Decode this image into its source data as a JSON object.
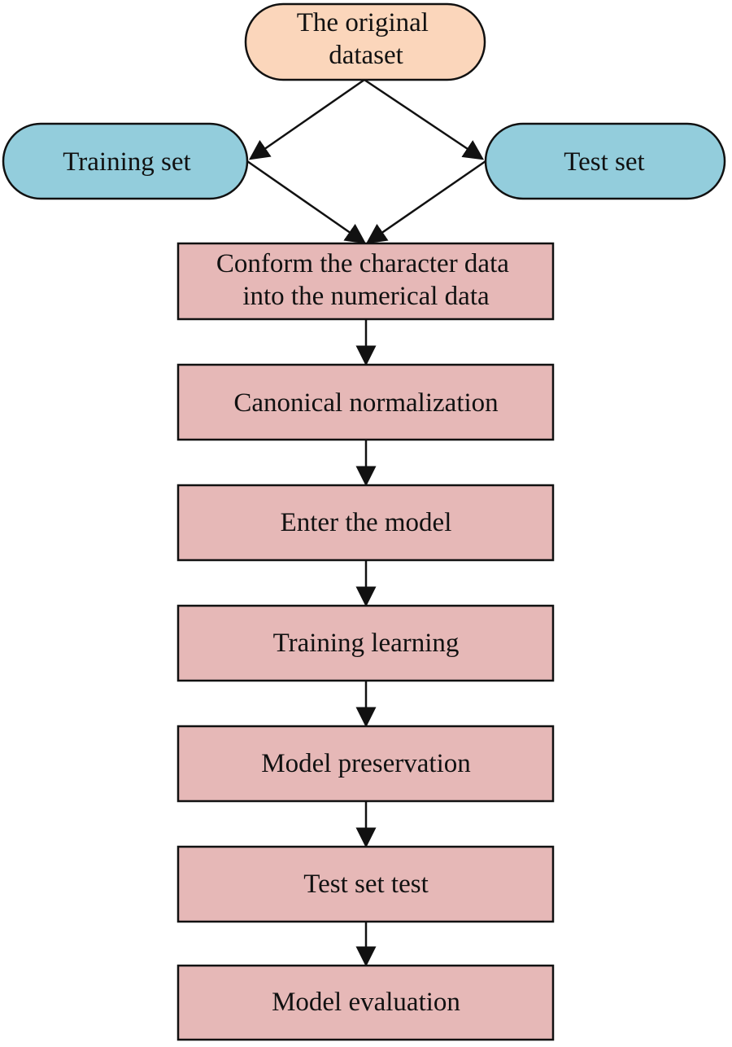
{
  "diagram": {
    "colors": {
      "source_fill": "#fbd6bb",
      "split_fill": "#93cddc",
      "step_fill": "#e6b8b7",
      "stroke": "#111111"
    },
    "nodes": {
      "original_dataset": {
        "lines": [
          "The original",
          "dataset"
        ]
      },
      "training_set": {
        "lines": [
          "Training set"
        ]
      },
      "test_set": {
        "lines": [
          "Test set"
        ]
      },
      "conform_data": {
        "lines": [
          "Conform the character data",
          "into the numerical data"
        ]
      },
      "canonical_normalization": {
        "lines": [
          "Canonical normalization"
        ]
      },
      "enter_model": {
        "lines": [
          "Enter the model"
        ]
      },
      "training_learning": {
        "lines": [
          "Training learning"
        ]
      },
      "model_preservation": {
        "lines": [
          "Model preservation"
        ]
      },
      "test_set_test": {
        "lines": [
          "Test set test"
        ]
      },
      "model_evaluation": {
        "lines": [
          "Model evaluation"
        ]
      }
    },
    "edges": [
      [
        "original_dataset",
        "training_set"
      ],
      [
        "original_dataset",
        "test_set"
      ],
      [
        "training_set",
        "conform_data"
      ],
      [
        "test_set",
        "conform_data"
      ],
      [
        "conform_data",
        "canonical_normalization"
      ],
      [
        "canonical_normalization",
        "enter_model"
      ],
      [
        "enter_model",
        "training_learning"
      ],
      [
        "training_learning",
        "model_preservation"
      ],
      [
        "model_preservation",
        "test_set_test"
      ],
      [
        "test_set_test",
        "model_evaluation"
      ]
    ]
  }
}
